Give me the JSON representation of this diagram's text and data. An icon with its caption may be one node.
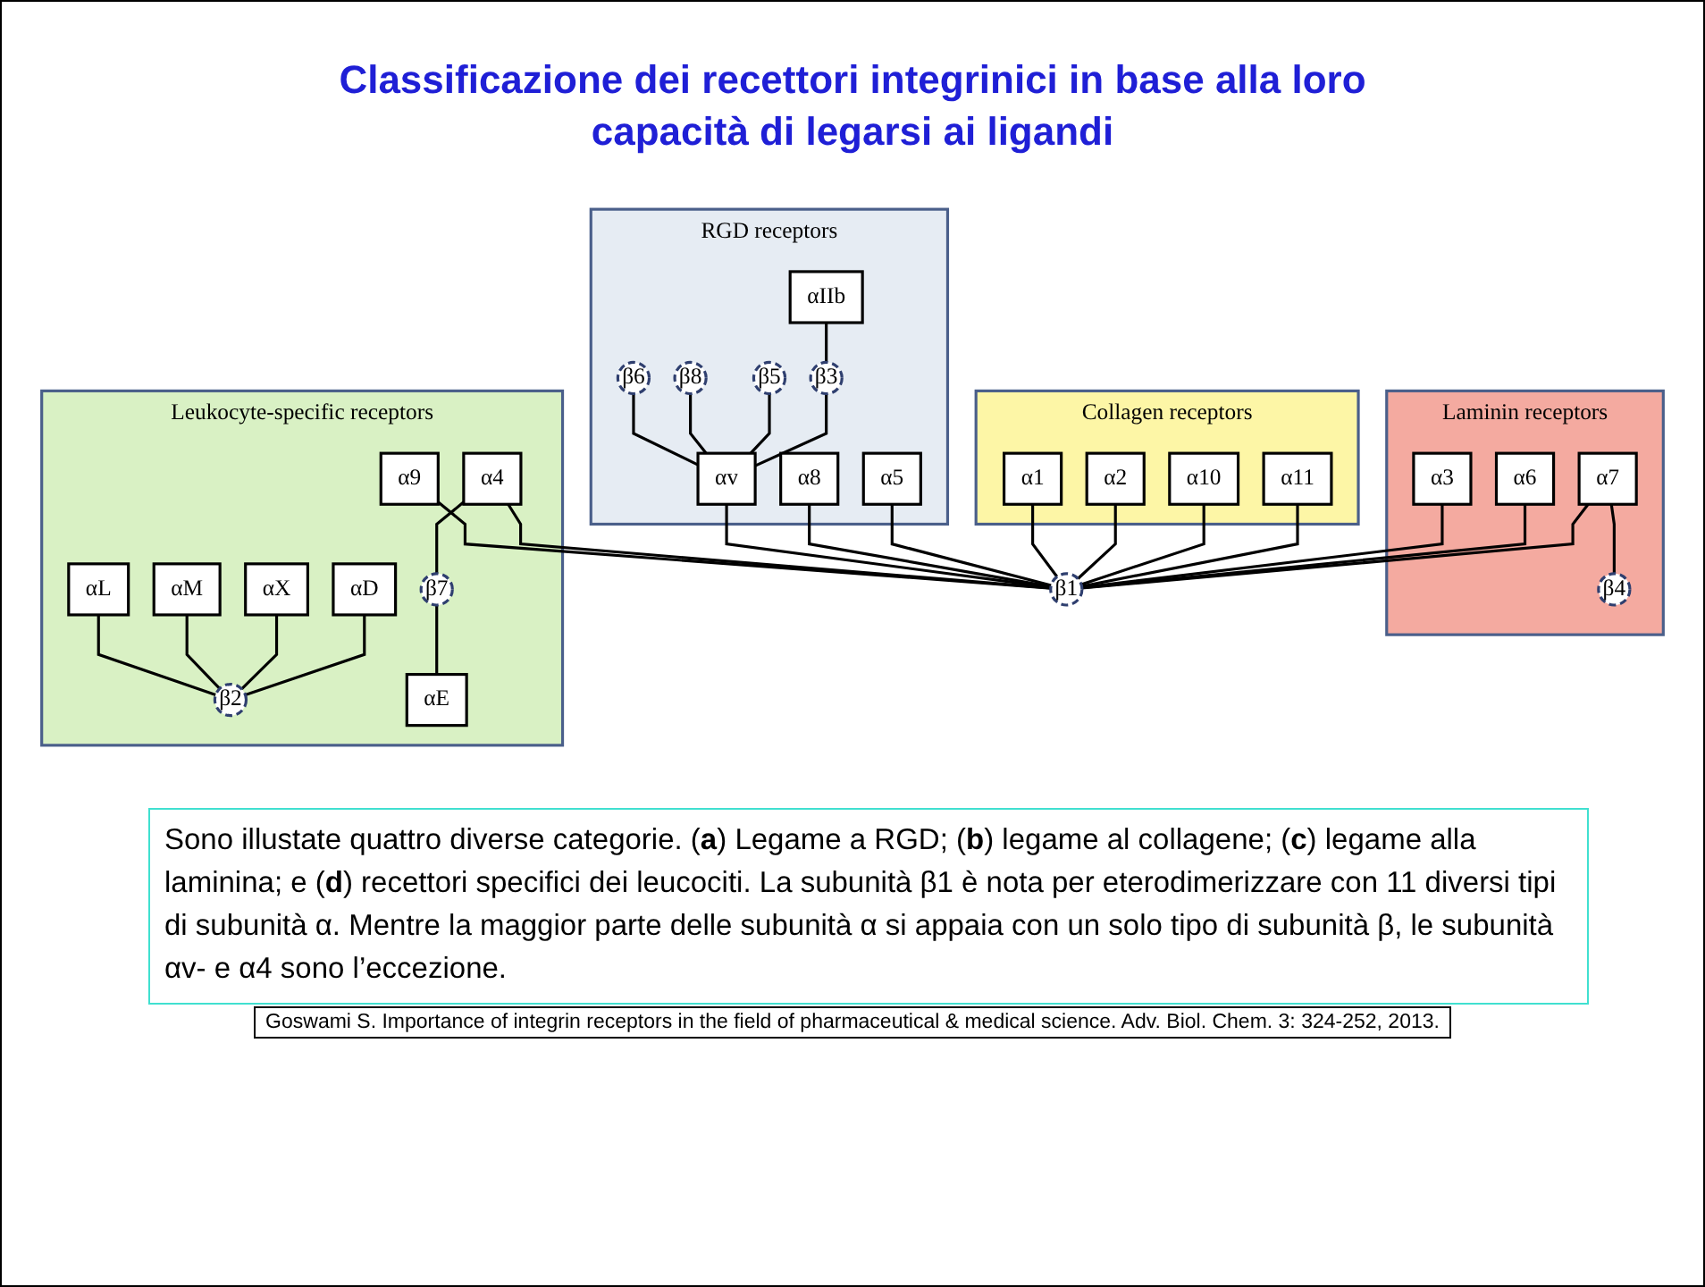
{
  "diagram": {
    "title": "Classificazione dei recettori integrinici in base alla loro capacità di legarsi ai ligandi",
    "caption": "Sono illustate quattro diverse categorie. (**a**) Legame a RGD; (**b**) legame al collagene; (**c**) legame alla laminina; e (**d**) recettori specifici dei leucociti. La subunità β1 è nota per eterodimerizzare con 11 diversi tipi di subunità α. Mentre la maggior parte delle subunità α si appaia con un solo tipo di subunità β, le subunità αv- e α4 sono l’eccezione.",
    "nodes": [
      {
        "text": [
          "RGD receptors"
        ]
      },
      {
        "text": [
          "β6"
        ],
        "in": 0
      },
      {
        "text": [
          "β8"
        ],
        "in": 0
      },
      {
        "text": [
          "β5"
        ],
        "in": 0
      },
      {
        "text": [
          "αv"
        ],
        "in": 0
      },
      {
        "text": [
          "α8"
        ],
        "in": 0
      },
      {
        "text": [
          "αIIb"
        ],
        "in": 0
      },
      {
        "text": [
          "β3"
        ],
        "in": 0
      },
      {
        "text": [
          "α5"
        ],
        "in": 0
      },
      {
        "text": [
          "Collagen receptors"
        ]
      },
      {
        "text": [
          "α1"
        ],
        "in": 9
      },
      {
        "text": [
          "α2"
        ],
        "in": 9
      },
      {
        "text": [
          "α10"
        ],
        "in": 9
      },
      {
        "text": [
          "α11"
        ],
        "in": 9
      },
      {
        "text": [
          "β1"
        ]
      },
      {
        "text": [
          "Laminin receptors"
        ]
      },
      {
        "text": [
          "α3"
        ],
        "in": 15
      },
      {
        "text": [
          "α6"
        ],
        "in": 15
      },
      {
        "text": [
          "α7"
        ],
        "in": 15
      },
      {
        "text": [
          "β4"
        ],
        "in": 15
      },
      {
        "text": [
          "Leukocyte-specific receptors"
        ]
      },
      {
        "text": [
          "α9"
        ],
        "in": 20
      },
      {
        "text": [
          "α4"
        ],
        "in": 20
      },
      {
        "text": [
          "αL"
        ],
        "in": 20
      },
      {
        "text": [
          "β2"
        ],
        "in": 20
      },
      {
        "text": [
          "αM"
        ],
        "in": 20
      },
      {
        "text": [
          "β7"
        ],
        "in": 20
      },
      {
        "text": [
          "αE"
        ],
        "in": 20
      },
      {
        "text": [
          "αX"
        ],
        "in": 20
      },
      {
        "text": [
          "αD"
        ],
        "in": 20
      }
    ],
    "edges": [
      {
        "from": 1,
        "to": 4,
        "arrow": "none"
      },
      {
        "from": 2,
        "to": 4,
        "arrow": "none"
      },
      {
        "from": 3,
        "to": 4,
        "arrow": "none"
      },
      {
        "from": 7,
        "to": 4,
        "arrow": "none"
      },
      {
        "from": 6,
        "to": 7,
        "arrow": "none"
      },
      {
        "from": 4,
        "to": 14,
        "arrow": "none"
      },
      {
        "from": 5,
        "to": 14,
        "arrow": "none"
      },
      {
        "from": 8,
        "to": 14,
        "arrow": "none"
      },
      {
        "from": 10,
        "to": 14,
        "arrow": "none"
      },
      {
        "from": 11,
        "to": 14,
        "arrow": "none"
      },
      {
        "from": 12,
        "to": 14,
        "arrow": "none"
      },
      {
        "from": 13,
        "to": 14,
        "arrow": "none"
      },
      {
        "from": 16,
        "to": 14,
        "arrow": "none"
      },
      {
        "from": 17,
        "to": 14,
        "arrow": "none"
      },
      {
        "from": 18,
        "to": 14,
        "arrow": "none"
      },
      {
        "from": 18,
        "to": 19,
        "arrow": "none"
      },
      {
        "from": 21,
        "to": 14,
        "arrow": "none"
      },
      {
        "from": 22,
        "to": 14,
        "arrow": "none"
      },
      {
        "from": 22,
        "to": 26,
        "arrow": "none"
      },
      {
        "from": 26,
        "to": 27,
        "arrow": "none"
      },
      {
        "from": 23,
        "to": 24,
        "arrow": "none"
      },
      {
        "from": 25,
        "to": 24,
        "arrow": "none"
      },
      {
        "from": 28,
        "to": 24,
        "arrow": "none"
      },
      {
        "from": 29,
        "to": 24,
        "arrow": "none"
      }
    ],
    "labels": [
      "Goswami S. Importance of integrin receptors in the field of pharmaceutical & medical science. Adv. Biol. Chem. 3: 324-252, 2013."
    ]
  }
}
